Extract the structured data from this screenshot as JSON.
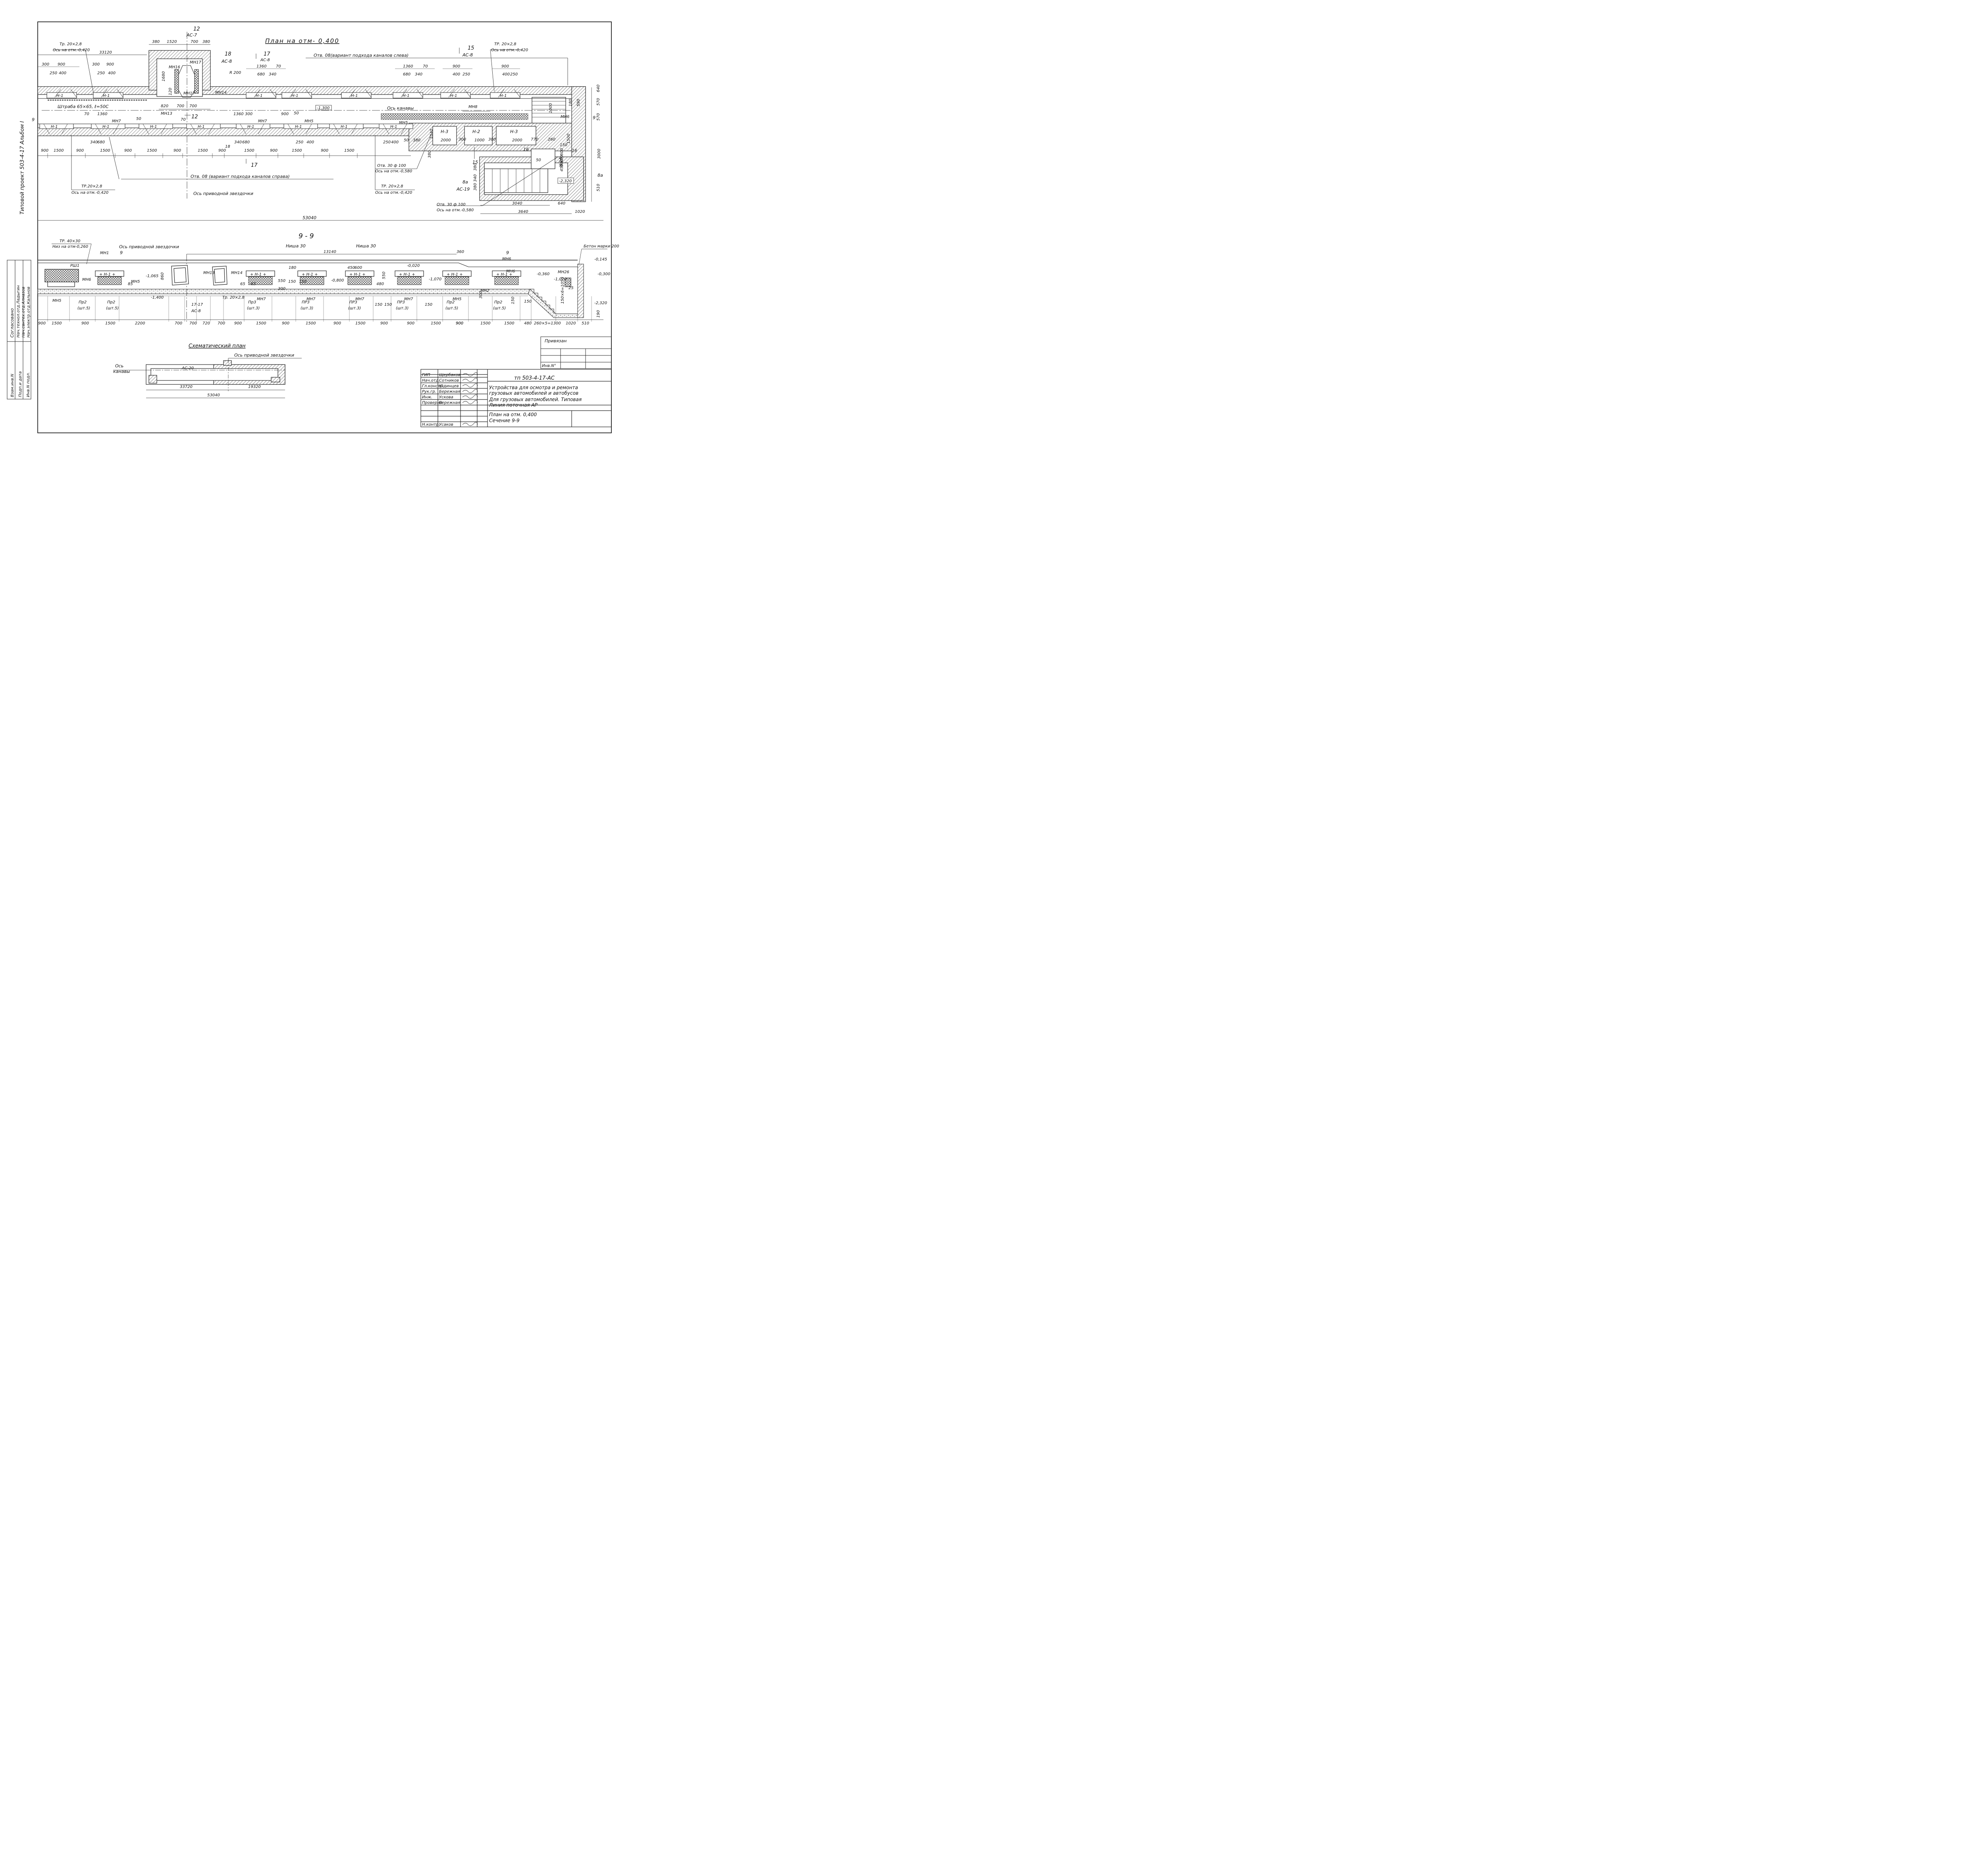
{
  "sheet": {
    "side_label": "Типовой   проект  503-4-17    Альбом I",
    "approval_header": "Согласовано",
    "approval_rows": [
      "Нач.технол.отд.Ладыгин",
      "Нач.сантех.отд.Алмазов",
      "Нач.электр.отд.Кальнов"
    ],
    "approval_cols": [
      "Взам.инв.N",
      "Подп.и дата",
      "Инв.N подл."
    ]
  },
  "plan": {
    "title": "План на отм- 0,400",
    "marks": {
      "m12_top": "12",
      "m12_ref": "АС-7",
      "m12_bottom": "12",
      "m18_top": "18",
      "m18_ref": "АС-8",
      "m17_top": "17",
      "m17_ref": "АС-8",
      "m15_top": "15",
      "m15_ref": "АС-8",
      "m17_bottom": "17",
      "m18_bottom": "18",
      "m15_bottom": "15",
      "m16_left": "16",
      "m16_right": "16",
      "m9_left": "9",
      "m9_right": "9",
      "m8a": "8а",
      "m8a_ref": "8а",
      "m8a_as": "АС-19"
    },
    "annotations": {
      "tr_left_top": "Тр. 20×2,8",
      "axis_left_top": "Ось на отм.-0,420",
      "tr_right_top": "ТР. 20×2,8",
      "axis_right_top": "Ось на отм.-0,420",
      "otv_left_variant": "Отв. 08(вариант подхода каналов слева)",
      "otv_right_variant": "Отв. 08 (вариант подхода каналов справа)",
      "shtraba": "Штраба 65×65, ℓ=50С",
      "axis_canal": "Ось канавы",
      "axis_drive": "Ось приводной звездочки",
      "tr_left_bottom": "ТР.20×2,8",
      "axis_left_bottom": "Ось на отм.-0,420",
      "tr_right_bottom": "ТР. 20×2,8",
      "axis_right_bottom": "Ось на отм.-0,420",
      "otv_30_1": "Отв. 30 ф 100",
      "otv_30_1_axis": "Ось на отм.-0,580",
      "otv_30_2": "Отв. 30 ф 100",
      "otv_30_2_axis": "Ось на отм.-0,580",
      "radius": "R 200",
      "level_1300": "-1,300",
      "level_2320": "-2,320"
    },
    "rooms": [
      "Н-3",
      "Н-2",
      "Н-3"
    ],
    "embed_labels": [
      "МН17",
      "МН16",
      "МН17",
      "МН14",
      "МН13",
      "МН7",
      "МН7",
      "МН5",
      "МН5",
      "МН8",
      "МН6"
    ],
    "panels_top": [
      "Н-1",
      "Н-1",
      "Н-1",
      "Н-1",
      "Н-1",
      "Н-1",
      "Н-1",
      "Н-1"
    ],
    "panels_mid": [
      "Н-1",
      "Н-1",
      "Н-1",
      "Н-1",
      "Н-1",
      "Н-1",
      "Н-1",
      "Н-1",
      "Н-1",
      "Н-1",
      "Н-1"
    ],
    "n1a": "Н-1А",
    "dims_top": [
      "380",
      "1520",
      "700",
      "380",
      "33120",
      "300",
      "900",
      "250",
      "400",
      "300",
      "900",
      "250",
      "400",
      "1360",
      "70",
      "680",
      "340",
      "1360",
      "70",
      "680",
      "340",
      "900",
      "400",
      "250",
      "900",
      "400",
      "250"
    ],
    "dims_vert": [
      "1680",
      "120",
      "640",
      "570",
      "570",
      "1040",
      "380",
      "3000",
      "380",
      "340",
      "380",
      "510",
      "1500",
      "600",
      "450",
      "300",
      "180",
      "590",
      "450",
      "1000"
    ],
    "dims_small": [
      "820",
      "700",
      "700",
      "70",
      "1360",
      "50",
      "70",
      "1360",
      "300",
      "900",
      "50",
      "340",
      "680",
      "340",
      "680",
      "250",
      "400",
      "250",
      "400",
      "50",
      "2000",
      "300",
      "1000",
      "300",
      "2000",
      "770",
      "260",
      "50",
      "150",
      "380"
    ],
    "dims_bottom": [
      "900",
      "1500",
      "900",
      "1500",
      "900",
      "1500",
      "900",
      "1500",
      "900",
      "1500",
      "900",
      "1500",
      "900",
      "1500"
    ],
    "dims_right_bottom": [
      "3040",
      "640",
      "3640",
      "1020"
    ],
    "total": "53040"
  },
  "section": {
    "title": "9 - 9",
    "tr_top": "ТР. 40×30",
    "tr_top_note": "Низ на отм-0,260",
    "axis_drive": "Ось приводной звездочки",
    "rsh": "РШ1",
    "mn1": "МН1",
    "m9": "9",
    "nisha1": "Ниша 30",
    "nisha2": "Ниша 30",
    "dim_13140": "13140",
    "dim_360": "360",
    "concrete": "Бетон марки 200",
    "levels": [
      "-1,065",
      "-1,400",
      "-0,800",
      "-1,070",
      "-1,070",
      "-0,145",
      "-0,300",
      "-0,360",
      "-2,320",
      "-0,020"
    ],
    "tr_bottom": "Тр. 20×2,8",
    "ref_17": "17-17",
    "ref_as8": "АС-8",
    "panel_labels": [
      "Н-1",
      "Н-1",
      "Н-1",
      "Н-1",
      "Н-1",
      "Н-1",
      "Н-1",
      "Н-1",
      "Н-1",
      "Н-1"
    ],
    "embed_labels": [
      "МН6",
      "МН5",
      "МН5",
      "МН13",
      "МН14",
      "МН7",
      "МН7",
      "МН7",
      "МН7",
      "МН5",
      "МН2",
      "МН6",
      "МН26",
      "МН6"
    ],
    "pr_labels": [
      {
        "t": "Пр2",
        "s": "(шт.5)"
      },
      {
        "t": "Пр2",
        "s": "(шт.5)"
      },
      {
        "t": "Пр3",
        "s": "(шт.3)"
      },
      {
        "t": "ПР3",
        "s": "(шт.3)"
      },
      {
        "t": "ПР3",
        "s": "(шт.3)"
      },
      {
        "t": "ПР3",
        "s": "(шт.3)"
      },
      {
        "t": "Пр2",
        "s": "(шт.5)"
      },
      {
        "t": "Пр2",
        "s": "(шт.5)"
      }
    ],
    "small_dims": [
      "860",
      "65",
      "85",
      "65",
      "550",
      "180",
      "150",
      "300",
      "150",
      "450",
      "600",
      "550",
      "480",
      "150",
      "150",
      "150",
      "300",
      "25",
      "150",
      "190",
      "150",
      "150×6=1050"
    ],
    "dims_bottom": [
      "900",
      "1500",
      "900",
      "1500",
      "2200",
      "700",
      "700",
      "720",
      "700",
      "900",
      "1500",
      "900",
      "1500",
      "900",
      "1500",
      "900",
      "900",
      "1500",
      "900",
      "1500",
      "900",
      "1500",
      "480",
      "260×5=1300",
      "1020",
      "510"
    ]
  },
  "scheme": {
    "title": "Схематический план",
    "axis_drive": "Ось приводной звездочки",
    "axis_canal_1": "Ось",
    "axis_canal_2": "канавы",
    "as_ref": "АС-20",
    "dims": [
      "33720",
      "19320",
      "53040"
    ]
  },
  "privyazan": {
    "label": "Привязан",
    "inv": "Инв.N°"
  },
  "titleblock": {
    "roles": [
      "ГИП",
      "Нач.отд.",
      "Гл.констр.",
      "Рук.гр.",
      "Инж.",
      "Проверил",
      "Н.контр."
    ],
    "names": [
      "Щербаков",
      "Сотников",
      "Юдинцев",
      "Бережная",
      "Ускова",
      "Бережная",
      "Усаков"
    ],
    "code": "тп  503-4-17-АС",
    "desc_1": "Устройства для осмотра и ремонта",
    "desc_2": "грузовых автомобилей и автобусов",
    "desc_3": "Для грузовых автомобилей. Типовая",
    "desc_4": "Линия поточная АР",
    "sheet_1": "План на отм. 0,400",
    "sheet_2": "Сечение 9-9"
  }
}
